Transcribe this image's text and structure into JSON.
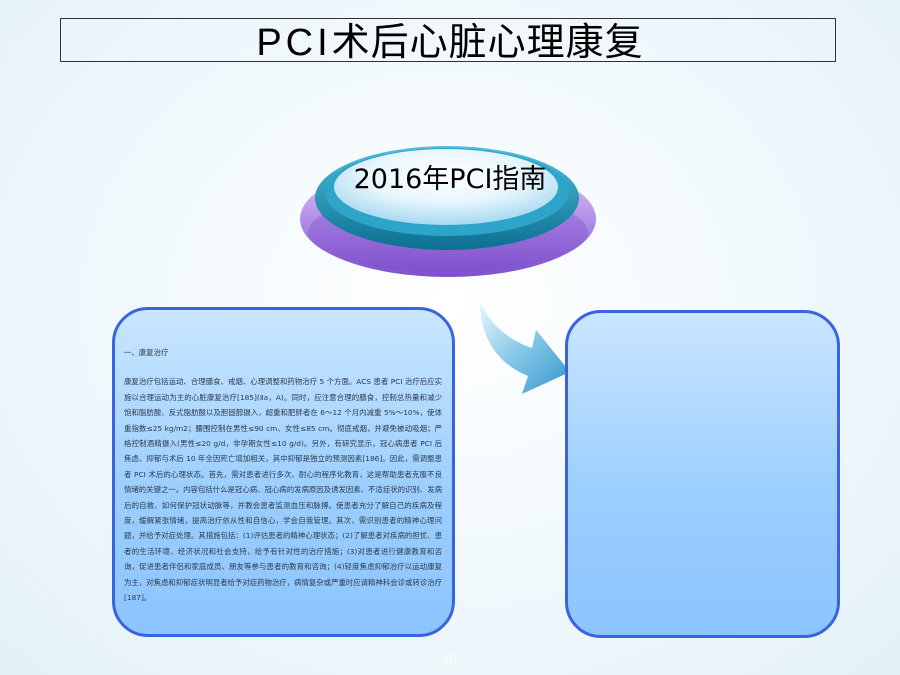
{
  "slide": {
    "title_latin": "PCI",
    "title_cn": "术后心脏心理康复",
    "badge_label": "2016年PCI指南",
    "page_number": "10"
  },
  "panel_left": {
    "heading": "一、康复治疗",
    "body": "康复治疗包括运动、合理膳食、戒烟、心理调整和药物治疗 5 个方面。ACS 患者 PCI 治疗后应实施以合理运动为主的心脏康复治疗[185](Ⅱa，A)。同时，应注意合理的膳食，控制总热量和减少饱和脂肪酸、反式脂肪酸以及胆固醇摄入，超重和肥胖者在 6～12 个月内减重 5%～10%，使体重指数≤25 kg/m2；腰围控制在男性≤90 cm、女性≤85 cm。彻底戒烟，并避免被动吸烟；严格控制酒精摄入(男性≤20 g/d，非孕期女性≤10 g/d)。另外，有研究显示，冠心病患者 PCI 后焦虑、抑郁与术后 10 年全因死亡增加相关，其中抑郁是独立的预测因素[186]。因此，需调整患者 PCI 术后的心理状态。首先，需对患者进行多次、耐心的程序化教育，这是帮助患者克服不良情绪的关键之一。内容包括什么是冠心病、冠心病的发病原因及诱发因素、不适症状的识别、发病后的自救、如何保护冠状动脉等，并教会患者监测血压和脉搏。使患者充分了解自己的疾病及程度，缓解紧张情绪，提高治疗依从性和自信心，学会自我管理。其次，需识别患者的精神心理问题，并给予对症处理。其措施包括：(1)评估患者的精神心理状态；(2)了解患者对疾病的担忧、患者的生活环境、经济状况和社会支持，给予有针对性的治疗措施；(3)对患者进行健康教育和咨询，促进患者伴侣和家庭成员、朋友等参与患者的教育和咨询；(4)轻度焦虑抑郁治疗以运动康复为主，对焦虑和抑郁症状明显者给予对症药物治疗，病情复杂或严重时应请精神科会诊或转诊治疗[187]。"
  },
  "panel_right": {
    "body": ""
  },
  "colors": {
    "panel_border": "#3a63e0",
    "panel_fill": "#9ccfff",
    "disc_purple": "#a77fe0",
    "disc_teal": "#1b8fb0",
    "arrow_lilac": "#b48ce6",
    "arrow_blue": "#3da3d6"
  },
  "icons": {
    "left_arrow": "curved-arrow-down-left-icon",
    "right_arrow": "curved-arrow-down-right-icon"
  }
}
